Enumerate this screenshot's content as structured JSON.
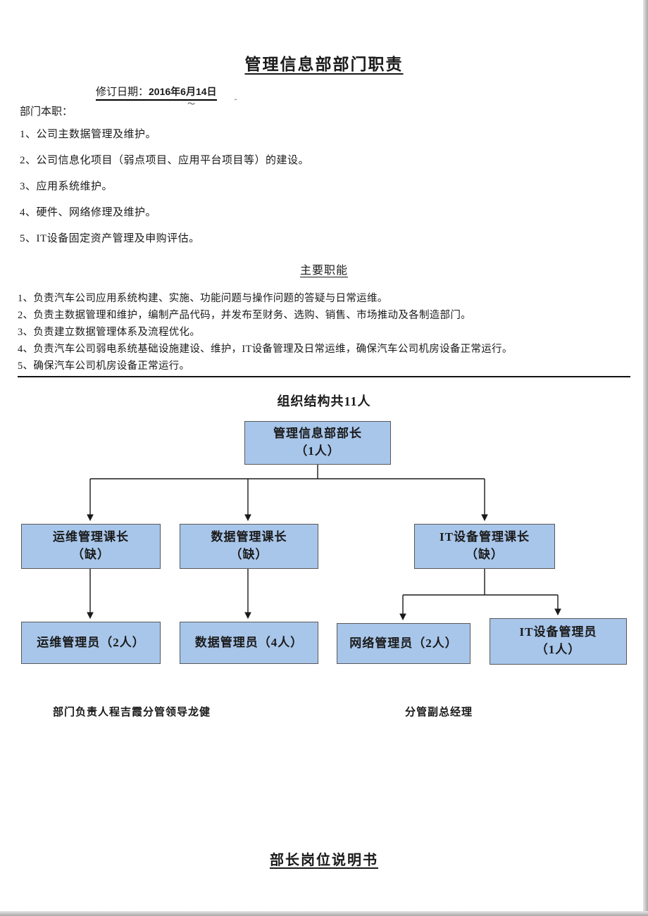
{
  "document": {
    "title": "管理信息部部门职责",
    "revision_label": "修订日期：",
    "revision_date": "2016年6月14日",
    "revision_marks": [
      "＾",
      "～",
      "＾"
    ],
    "footer_left": "部门负责人程吉霞分管领导龙健",
    "footer_right": "分管副总经理",
    "next_section_title": "部长岗位说明书"
  },
  "duties": {
    "heading": "部门本职：",
    "items": [
      "1、公司主数据管理及维护。",
      "2、公司信息化项目（弱点项目、应用平台项目等）的建设。",
      "3、应用系统维护。",
      "4、硬件、网络修理及维护。",
      "5、IT设备固定资产管理及申购评估。"
    ]
  },
  "functions": {
    "heading": "主要职能",
    "items": [
      "1、负责汽车公司应用系统构建、实施、功能问题与操作问题的答疑与日常运维。",
      "2、负责主数据管理和维护，编制产品代码，并发布至财务、选购、销售、市场推动及各制造部门。",
      "3、负责建立数据管理体系及流程优化。",
      "4、负责汽车公司弱电系统基础设施建设、维护，IT设备管理及日常运维，确保汽车公司机房设备正常运行。",
      "5、确保汽车公司机房设备正常运行。"
    ]
  },
  "org_chart": {
    "heading": "组织结构共11人",
    "box_fill": "#a8c6ea",
    "box_border": "#595959",
    "root_line1": "管理信息部部长",
    "root_line2": "（1人）",
    "ops_lead_line1": "运维管理课长",
    "ops_lead_line2": "（缺）",
    "data_lead_line1": "数据管理课长",
    "data_lead_line2": "（缺）",
    "it_lead_line1": "IT设备管理课长",
    "it_lead_line2": "（缺）",
    "ops_staff": "运维管理员（2人）",
    "data_staff": "数据管理员（4人）",
    "network_staff": "网络管理员（2人）",
    "it_staff_line1": "IT设备管理员",
    "it_staff_line2": "（1人）"
  }
}
